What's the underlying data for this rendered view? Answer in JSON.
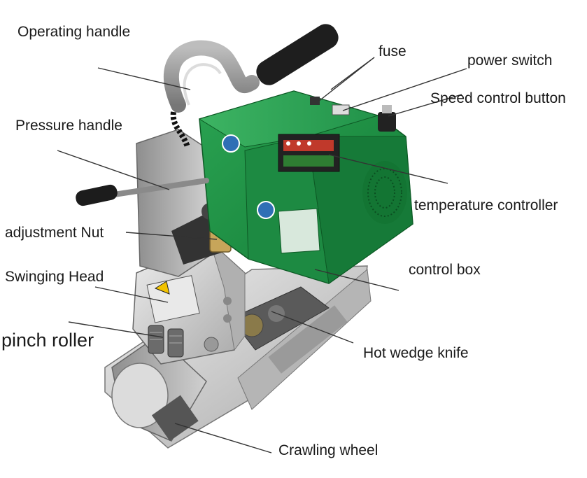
{
  "labels": {
    "operating_handle": "Operating handle",
    "fuse": "fuse",
    "power_switch": "power switch",
    "speed_control_button": "Speed control button",
    "pressure_handle": "Pressure handle",
    "temperature_controller": "temperature controller",
    "adjustment_nut": "adjustment Nut",
    "control_box": "control box",
    "swinging_head": "Swinging Head",
    "pinch_roller": "pinch roller",
    "hot_wedge_knife": "Hot wedge knife",
    "crawling_wheel": "Crawling wheel"
  },
  "colors": {
    "body_green": "#1f8f45",
    "body_green_dark": "#13692f",
    "steel": "#c9c9c9",
    "label_text": "#1a1a1a",
    "leader_line": "#333333"
  }
}
